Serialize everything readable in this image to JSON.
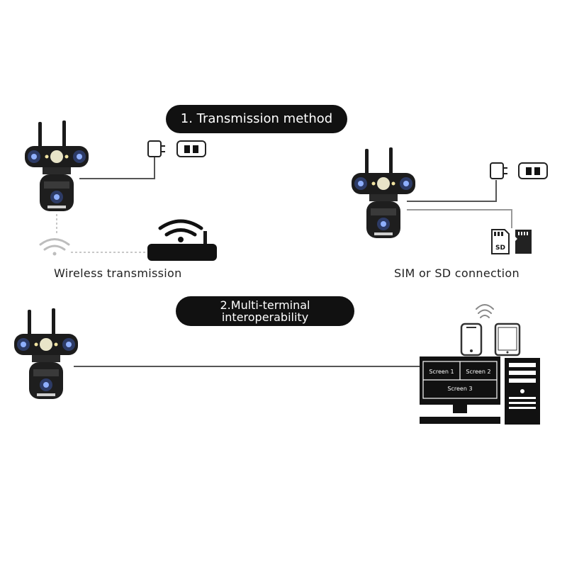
{
  "section1": {
    "title": "1. Transmission method",
    "wireless_label": "Wireless transmission",
    "sim_sd_label": "SIM or SD connection",
    "sd_card_text": "SD"
  },
  "section2": {
    "title_line1": "2.Multi-terminal",
    "title_line2": "interoperability",
    "screens": [
      "Screen 1",
      "Screen 2",
      "Screen 3"
    ]
  },
  "icons": {
    "power": "power-adapter-icon",
    "socket": "power-socket-icon",
    "wifi": "wifi-icon",
    "router": "router-icon",
    "sd": "sd-card-icon",
    "sim": "sim-card-icon",
    "phone": "smartphone-icon",
    "tablet": "tablet-icon",
    "monitor": "monitor-icon",
    "tower": "pc-tower-icon"
  },
  "colors": {
    "pill_bg": "#111111",
    "camera_body": "#1c1c1c",
    "line": "#555555"
  }
}
